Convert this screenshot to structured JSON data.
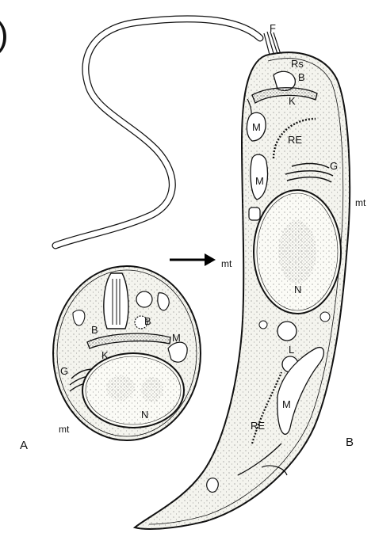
{
  "figure": {
    "panel_mark": ")",
    "panel_labels": {
      "a": "A",
      "b": "B"
    }
  },
  "cell_a": {
    "labels": {
      "flagellum_base": "B",
      "basal_body": "B",
      "kinetoplast": "K",
      "mitochondrion": "M",
      "golgi": "G",
      "nucleus": "N",
      "microtubules": "mt"
    }
  },
  "cell_b": {
    "labels": {
      "flagellum": "F",
      "reservoir": "Rs",
      "basal_body": "B",
      "kinetoplast": "K",
      "mitochondrion_1": "M",
      "endoplasmic_reticulum_1": "RE",
      "golgi": "G",
      "mitochondrion_2": "M",
      "microtubules_right": "mt",
      "microtubules_left": "mt",
      "nucleus": "N",
      "lipid": "L",
      "mitochondrion_3": "M",
      "endoplasmic_reticulum_2": "RE"
    }
  },
  "colors": {
    "ink": "#111111",
    "cytoplasm": "#f6f6f2",
    "background": "#ffffff"
  }
}
